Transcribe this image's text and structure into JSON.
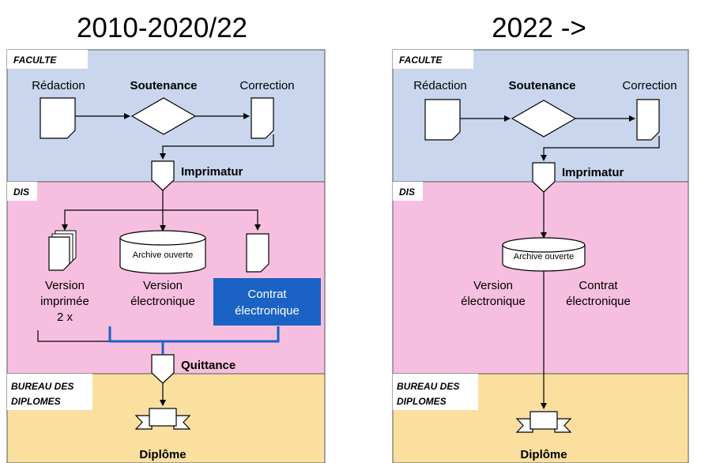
{
  "left": {
    "title": "2010-2020/22",
    "lanes": {
      "faculte": "FACULTE",
      "dis": "DIS",
      "bureau_line1": "BUREAU DES",
      "bureau_line2": "DIPLOMES"
    },
    "redaction": "Rédaction",
    "soutenance": "Soutenance",
    "correction": "Correction",
    "imprimatur": "Imprimatur",
    "archive": "Archive ouverte",
    "version_imprimee": [
      "Version",
      "imprimée",
      "2 x"
    ],
    "version_electronique": [
      "Version",
      "électronique"
    ],
    "contrat_electronique": [
      "Contrat",
      "électronique"
    ],
    "quittance": "Quittance",
    "diplome": "Diplôme"
  },
  "right": {
    "title": "2022 ->",
    "lanes": {
      "faculte": "FACULTE",
      "dis": "DIS",
      "bureau_line1": "BUREAU DES",
      "bureau_line2": "DIPLOMES"
    },
    "redaction": "Rédaction",
    "soutenance": "Soutenance",
    "correction": "Correction",
    "imprimatur": "Imprimatur",
    "archive": "Archive ouverte",
    "version_electronique": [
      "Version",
      "électronique"
    ],
    "contrat_electronique": [
      "Contrat",
      "électronique"
    ],
    "diplome": "Diplôme"
  },
  "colors": {
    "faculte_lane": "#c9d6ee",
    "dis_lane": "#f7bfdf",
    "bureau_lane": "#fbdf9f",
    "highlight": "#1a62c4"
  }
}
